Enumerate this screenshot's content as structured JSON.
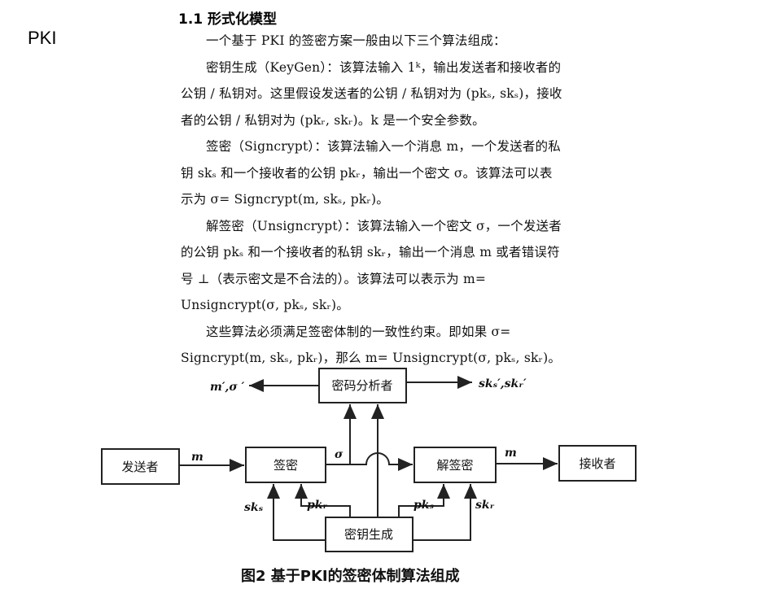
{
  "side_label": "PKI",
  "section": {
    "heading": "1.1 形式化模型"
  },
  "paragraphs": [
    "一个基于 PKI 的签密方案一般由以下三个算法组成：",
    "密钥生成（KeyGen）：该算法输入 1ᵏ，输出发送者和接收者的公钥 / 私钥对。这里假设发送者的公钥 / 私钥对为 (pkₛ, skₛ)，接收者的公钥 / 私钥对为 (pkᵣ, skᵣ)。k 是一个安全参数。",
    "签密（Signcrypt）：该算法输入一个消息 m，一个发送者的私钥 skₛ 和一个接收者的公钥 pkᵣ，输出一个密文 σ。该算法可以表示为 σ= Signcrypt(m, skₛ, pkᵣ)。",
    "解签密（Unsigncrypt）：该算法输入一个密文 σ，一个发送者的公钥 pkₛ 和一个接收者的私钥 skᵣ，输出一个消息 m 或者错误符号 ⊥（表示密文是不合法的）。该算法可以表示为 m= Unsigncrypt(σ, pkₛ, skᵣ)。",
    "这些算法必须满足签密体制的一致性约束。即如果 σ= Signcrypt(m, skₛ, pkᵣ)，那么 m= Unsigncrypt(σ, pkₛ, skᵣ)。"
  ],
  "figure": {
    "nodes": {
      "sender": "发送者",
      "signcrypt": "签密",
      "unsigncrypt": "解签密",
      "receiver": "接收者",
      "keygen": "密钥生成",
      "analyst": "密码分析者"
    },
    "edges": {
      "m_in": "m",
      "sigma": "σ",
      "m_out": "m",
      "sk_s_left": "skₛ",
      "pk_r_left": "pkᵣ",
      "pk_s_right": "pkₛ",
      "sk_r_right": "skᵣ",
      "analyst_left": "m′,σ ′",
      "analyst_right": "skₛ′,skᵣ′"
    },
    "caption": "图2  基于PKI的签密体制算法组成"
  }
}
